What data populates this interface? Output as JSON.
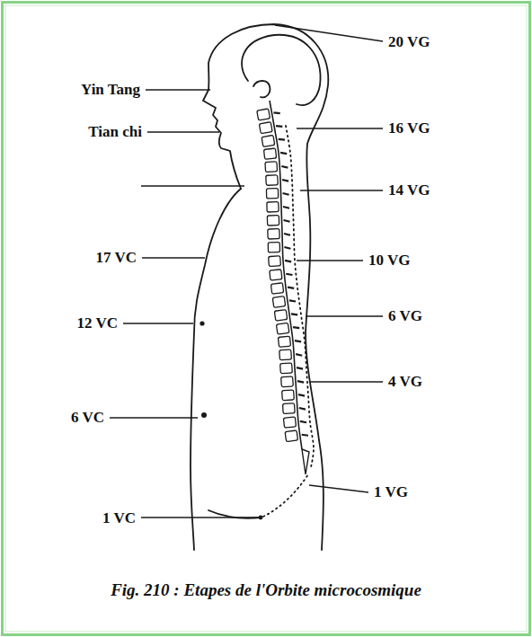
{
  "diagram": {
    "caption": "Fig. 210 : Etapes de l'Orbite microcosmique",
    "labels": [
      "20 VG",
      "Yin Tang",
      "Tian chi",
      "16 VG",
      "14 VG",
      "17 VC",
      "10 VG",
      "6 VG",
      "12 VC",
      "4 VG",
      "6 VC",
      "1 VG",
      "1 VC"
    ]
  }
}
